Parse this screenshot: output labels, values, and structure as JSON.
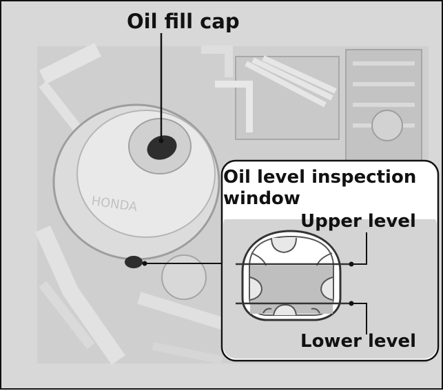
{
  "labels": {
    "oil_fill_cap": "Oil fill cap",
    "inspection_window_line1": "Oil level inspection",
    "inspection_window_line2": "window",
    "upper_level": "Upper level",
    "lower_level": "Lower level"
  },
  "colors": {
    "background": "#d8d8d8",
    "engine_light": "#ececec",
    "engine_mid": "#bdbdbd",
    "engine_dark": "#3a3a3a",
    "inset_fill": "#d6d6d6",
    "outline": "#111111"
  }
}
